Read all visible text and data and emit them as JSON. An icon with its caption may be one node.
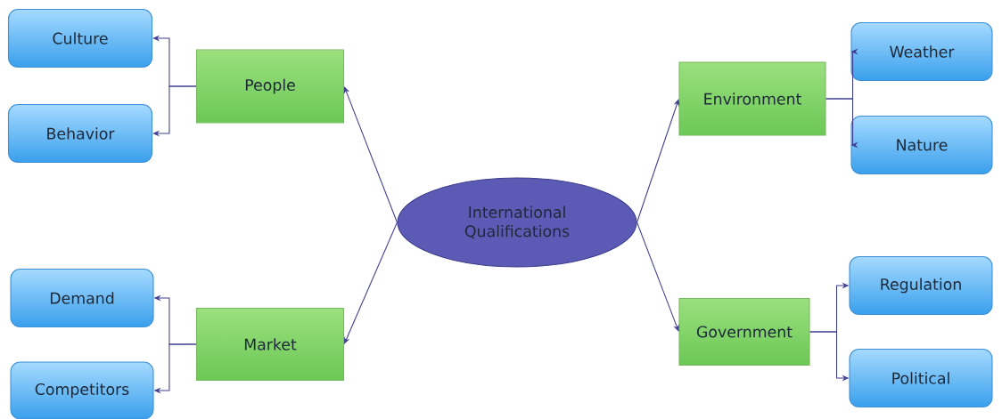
{
  "diagram": {
    "nodes": [
      {
        "text": [
          "International Qualifications"
        ]
      },
      {
        "text": [
          "People"
        ]
      },
      {
        "text": [
          "Culture"
        ]
      },
      {
        "text": [
          "Behavior"
        ]
      },
      {
        "text": [
          "Environment"
        ]
      },
      {
        "text": [
          "Weather"
        ]
      },
      {
        "text": [
          "Nature"
        ]
      },
      {
        "text": [
          "Market"
        ]
      },
      {
        "text": [
          "Demand"
        ]
      },
      {
        "text": [
          "Competitors"
        ]
      },
      {
        "text": [
          "Government"
        ]
      },
      {
        "text": [
          "Regulation"
        ]
      },
      {
        "text": [
          "Political"
        ]
      }
    ],
    "edges": [
      {
        "from": 0,
        "to": 1,
        "arrow": "to"
      },
      {
        "from": 1,
        "to": 2,
        "arrow": "to"
      },
      {
        "from": 1,
        "to": 3,
        "arrow": "to"
      },
      {
        "from": 0,
        "to": 4,
        "arrow": "to"
      },
      {
        "from": 4,
        "to": 5,
        "arrow": "to"
      },
      {
        "from": 4,
        "to": 6,
        "arrow": "to"
      },
      {
        "from": 0,
        "to": 7,
        "arrow": "to"
      },
      {
        "from": 7,
        "to": 8,
        "arrow": "to"
      },
      {
        "from": 7,
        "to": 9,
        "arrow": "to"
      },
      {
        "from": 0,
        "to": 10,
        "arrow": "to"
      },
      {
        "from": 10,
        "to": 11,
        "arrow": "to"
      },
      {
        "from": 10,
        "to": 12,
        "arrow": "to"
      }
    ]
  }
}
